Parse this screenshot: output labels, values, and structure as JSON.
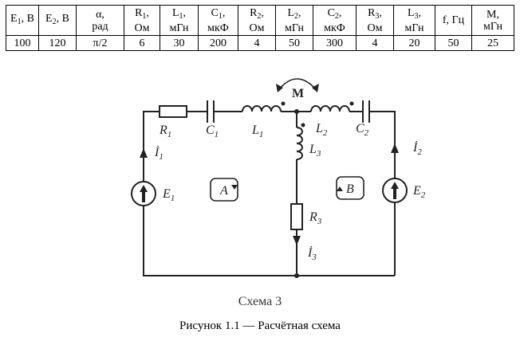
{
  "table": {
    "headers": [
      {
        "sym": "E",
        "sub": "1",
        "unit": ", В"
      },
      {
        "sym": "E",
        "sub": "2",
        "unit": ", В"
      },
      {
        "sym": "α,",
        "sub": "",
        "unit": "рад"
      },
      {
        "sym": "R",
        "sub": "1",
        "unit": "Ом"
      },
      {
        "sym": "L",
        "sub": "1",
        "unit": "мГн"
      },
      {
        "sym": "C",
        "sub": "1",
        "unit": "мкФ"
      },
      {
        "sym": "R",
        "sub": "2",
        "unit": "Ом"
      },
      {
        "sym": "L",
        "sub": "2",
        "unit": "мГн"
      },
      {
        "sym": "C",
        "sub": "2",
        "unit": "мкФ"
      },
      {
        "sym": "R",
        "sub": "3",
        "unit": "Ом"
      },
      {
        "sym": "L",
        "sub": "3",
        "unit": "мГн"
      },
      {
        "sym": "f, Гц",
        "sub": "",
        "unit": ""
      },
      {
        "sym": "M,",
        "sub": "",
        "unit": "мГн"
      }
    ],
    "values": [
      "100",
      "120",
      "π/2",
      "6",
      "30",
      "200",
      "4",
      "50",
      "300",
      "4",
      "20",
      "50",
      "25"
    ]
  },
  "circuit": {
    "labels": {
      "R1": "R",
      "R1_sub": "1",
      "C1": "C",
      "C1_sub": "1",
      "L1": "L",
      "L1_sub": "1",
      "L2": "L",
      "L2_sub": "2",
      "C2": "C",
      "C2_sub": "2",
      "L3": "L",
      "L3_sub": "3",
      "R3": "R",
      "R3_sub": "3",
      "E1": "E",
      "E1_sub": "1",
      "E2": "E",
      "E2_sub": "2",
      "I1": "İ",
      "I1_sub": "1",
      "I2": "İ",
      "I2_sub": "2",
      "I3": "İ",
      "I3_sub": "3",
      "M": "M",
      "loopA": "A",
      "loopB": "B"
    }
  },
  "captions": {
    "scheme": "Схема 3",
    "figure": "Рисунок 1.1 — Расчётная схема"
  }
}
